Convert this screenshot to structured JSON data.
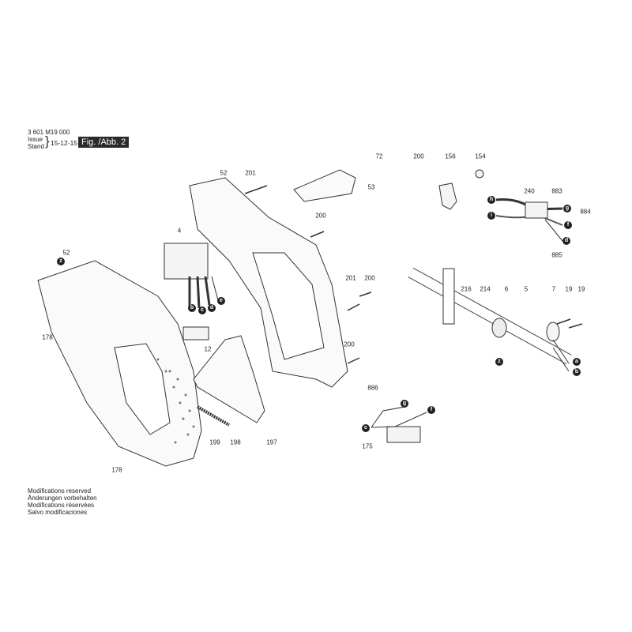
{
  "header": {
    "doc_number": "3 601 M19 000",
    "issue_label": "Issue",
    "stand_label": "Stand",
    "date": "15-12-15",
    "figure": "Fig. /Abb. 2"
  },
  "footer": {
    "lines": [
      "Modifications reserved",
      "Änderungen vorbehalten",
      "Modifications réservées",
      "Salvo modificaciones"
    ]
  },
  "part_labels": [
    "52",
    "201",
    "72",
    "200",
    "53",
    "156",
    "154",
    "240",
    "883",
    "884",
    "885",
    "4",
    "200",
    "52",
    "12",
    "201",
    "200",
    "216",
    "214",
    "6",
    "5",
    "7",
    "19",
    "19",
    "178",
    "200",
    "886",
    "175",
    "199",
    "198",
    "197",
    "178"
  ],
  "callouts": [
    "z",
    "b",
    "c",
    "d",
    "e",
    "h",
    "g",
    "i",
    "f",
    "d",
    "z",
    "a",
    "b",
    "c",
    "g",
    "f"
  ]
}
